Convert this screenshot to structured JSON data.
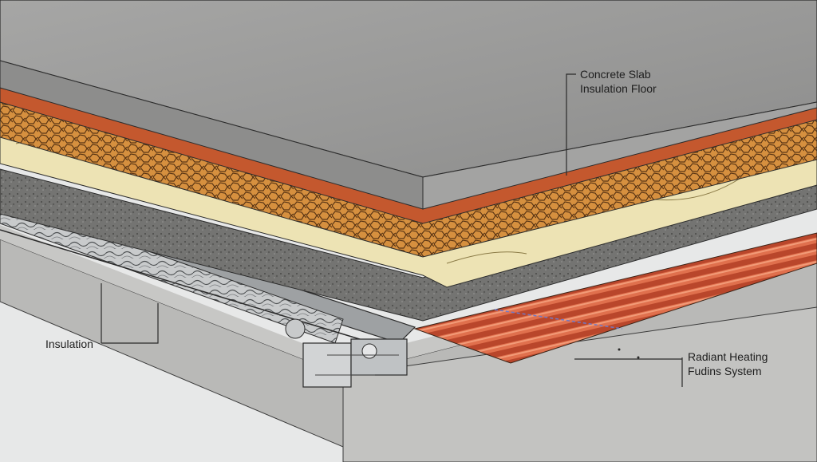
{
  "labels": {
    "concrete_slab": "Concrete Slab",
    "insulation_floor": "Insulation Floor",
    "insulation": "Insulation",
    "radiant_heating": "Radiant Heating",
    "fuding_system": "Fudins System"
  },
  "colors": {
    "background": "#e7e8e8",
    "concrete": "#9a9a99",
    "concrete_edge": "#a9a8a6",
    "copper": "#c4582e",
    "gravel": "#d6903f",
    "insulation_yellow": "#ede3b4",
    "aggregate": "#6f6f6d",
    "base_concrete": "#b8b8b6",
    "heating_pipes": "#d0553a",
    "line": "#2a2a2a"
  }
}
